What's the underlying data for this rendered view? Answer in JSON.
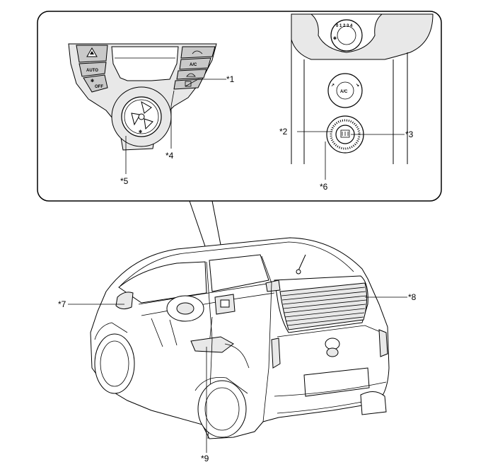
{
  "callouts": {
    "c1": "*1",
    "c2": "*2",
    "c3": "*3",
    "c4": "*4",
    "c5": "*5",
    "c6": "*6",
    "c7": "*7",
    "c8": "*8",
    "c9": "*9"
  },
  "buttons": {
    "auto": "AUTO",
    "off": "OFF",
    "ac": "A/C",
    "ac_knob": "A/C",
    "fan_scale": "0 1 2 3 4"
  }
}
